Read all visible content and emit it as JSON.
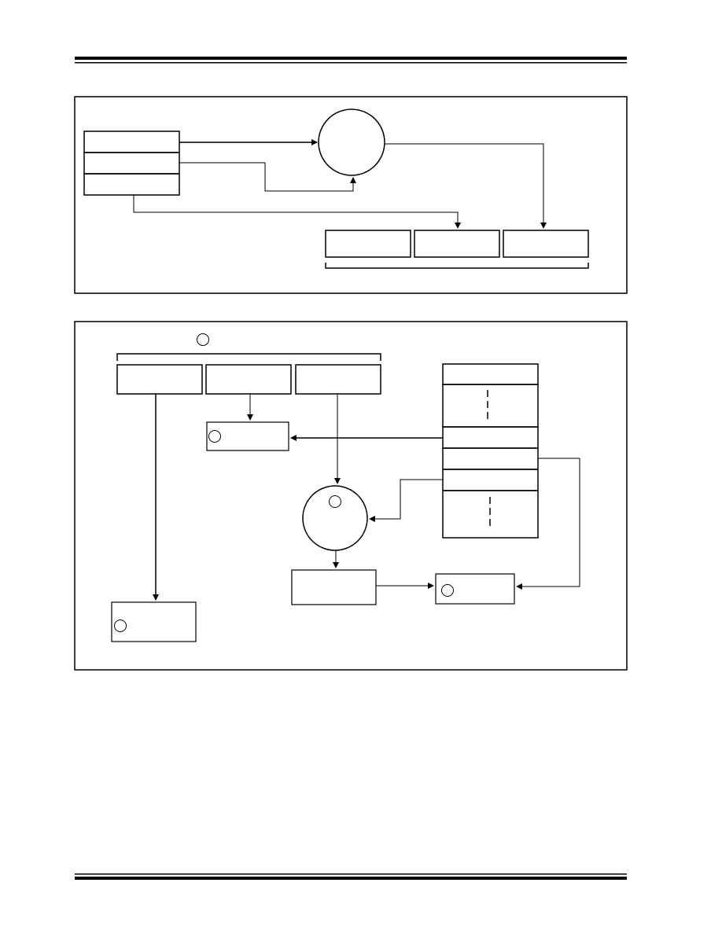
{
  "page": {
    "background": "#ffffff",
    "stroke": "#000000"
  },
  "figure_top": {
    "source_register_rows": 3,
    "target_register_fields": 3,
    "nodes": [
      "circle-operator",
      "source-row-1",
      "source-row-2",
      "source-row-3",
      "target-field-1",
      "target-field-2",
      "target-field-3"
    ]
  },
  "figure_bottom": {
    "instruction_fields": 3,
    "table_rows": 7,
    "numbered_markers": 5,
    "nodes": [
      "instruction-field-1",
      "instruction-field-2",
      "instruction-field-3",
      "result-box-a",
      "circle-adder",
      "intermediate-box",
      "result-box-b",
      "result-box-c",
      "lookup-table"
    ]
  }
}
